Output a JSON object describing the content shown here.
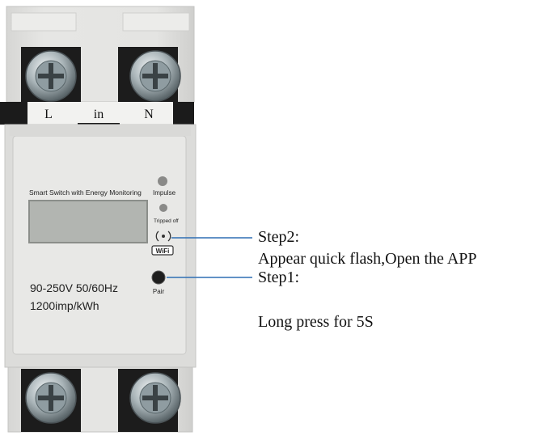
{
  "terminal_labels": {
    "left": "L",
    "center": "in",
    "right": "N"
  },
  "front_panel": {
    "title": "Smart Switch with Energy Monitoring",
    "impulse_label": "Impulse",
    "tripped_label": "Tripped off",
    "wifi_label": "WiFi",
    "rating_line1": "90-250V 50/60Hz",
    "rating_line2": "1200imp/kWh",
    "pair_label": "Pair"
  },
  "callouts": {
    "step2_title": "Step2:",
    "step2_text": "Appear quick flash,Open the APP",
    "step1_title": "Step1:",
    "step1_text": "Long press for 5S"
  },
  "colors": {
    "housing": "#e3e3e1",
    "terminal_band": "#1b1b1b",
    "lcd": "#aeb1ad",
    "callout_line": "#2f6fb4"
  }
}
